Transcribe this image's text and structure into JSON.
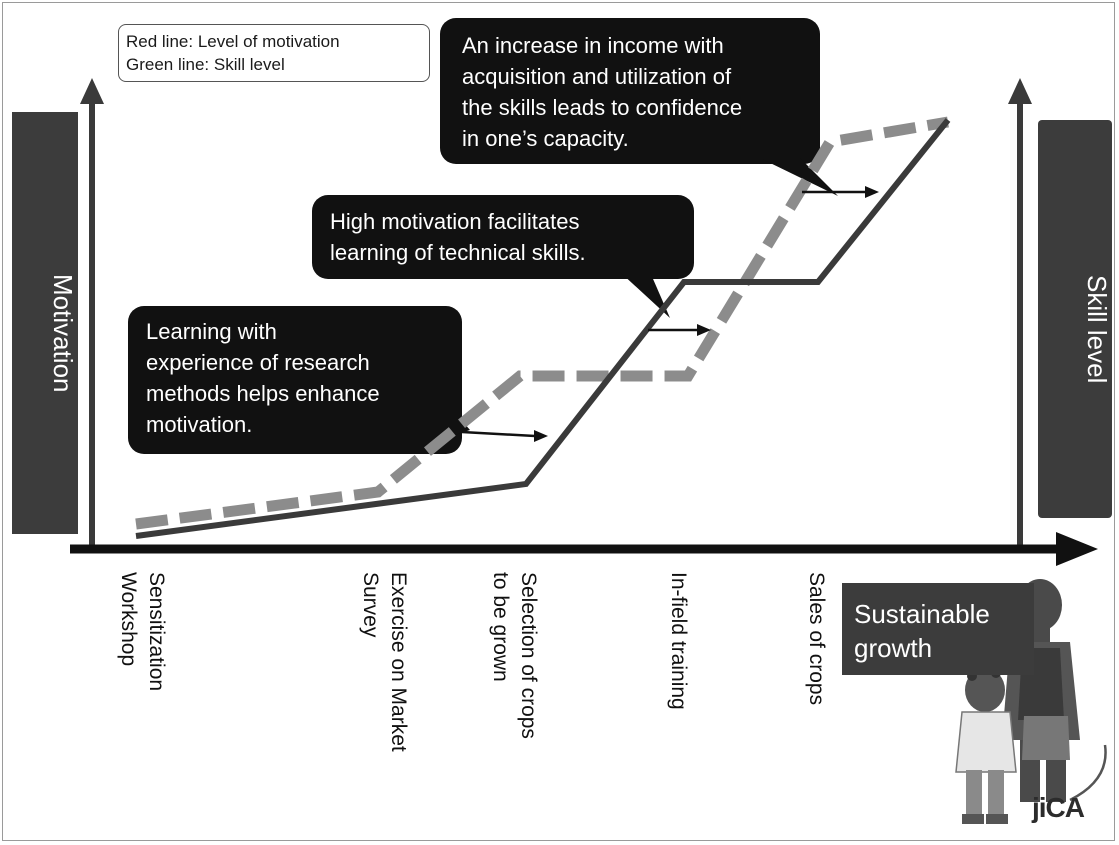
{
  "legend": {
    "line1": "Red line: Level of motivation",
    "line2": "Green line: Skill level"
  },
  "left_axis_label": "Motivation",
  "right_axis_label": "Skill level",
  "callouts": [
    "An increase in income with\nacquisition and utilization of\nthe skills leads to confidence\nin one’s capacity.",
    "High motivation facilitates\nlearning of technical skills.",
    "Learning with\nexperience of research\nmethods helps enhance\nmotivation."
  ],
  "stages": [
    "Sensitization\nWorkshop",
    "Exercise on Market\nSurvey",
    "Selection of crops\nto be grown",
    "In-field training",
    "Sales of crops"
  ],
  "growth_label": "Sustainable\ngrowth",
  "logo_text": "jiCA",
  "colors": {
    "dark_box": "#3c3c3c",
    "callout_bg": "#111111",
    "skill_line": "#3a3a3a",
    "motivation_line": "#8c8c8c"
  }
}
